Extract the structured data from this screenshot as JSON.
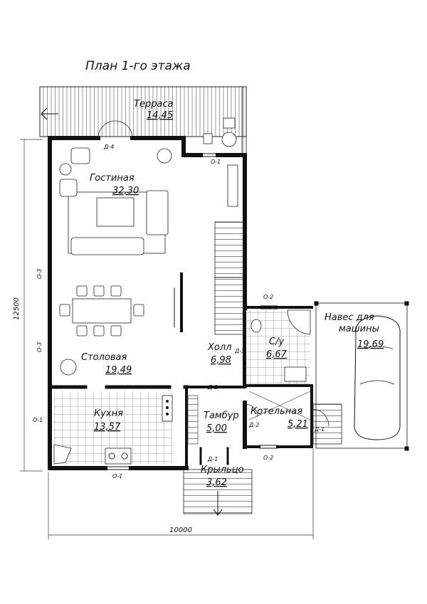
{
  "title": "План   1-го этажа",
  "rooms": [
    {
      "name": "Терраса",
      "area": "14,45"
    },
    {
      "name": "Гостиная",
      "area": "32,30"
    },
    {
      "name": "Столовая",
      "area": "19,49"
    },
    {
      "name": "Кухня",
      "area": "13,57"
    },
    {
      "name": "Холл",
      "area": "6,98"
    },
    {
      "name": "С/у",
      "area": "6,67"
    },
    {
      "name": "Тамбур",
      "area": "5,00"
    },
    {
      "name": "Котельная",
      "area": "5,21"
    },
    {
      "name": "Крыльцо",
      "area": "3,62"
    },
    {
      "name": "Навес для машины",
      "area": "19,69"
    }
  ],
  "marks": {
    "d4": "Д-4",
    "d1a": "Д-1",
    "d1b": "Д-1",
    "d2a": "Д-2",
    "d2b": "Д-2",
    "d3": "Д-3",
    "o1top": "О-1",
    "o1left": "О-1",
    "o1bottom": "О-1",
    "o2a": "О-2",
    "o2b": "О-2",
    "o3a": "О-3",
    "o3b": "О-3"
  },
  "dimensions": {
    "width": "10000",
    "height": "12500"
  }
}
